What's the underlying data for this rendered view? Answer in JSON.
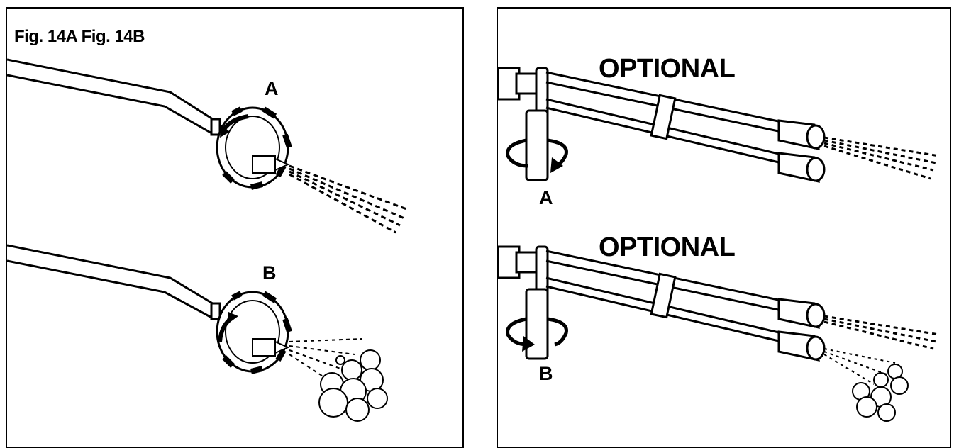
{
  "left_panel": {
    "title": "Fig. 14A Fig. 14B",
    "label_a": "A",
    "label_b": "B"
  },
  "right_panel": {
    "optional_top": "OPTIONAL",
    "optional_bottom": "OPTIONAL",
    "label_a": "A",
    "label_b": "B"
  },
  "colors": {
    "line": "#000000",
    "background": "#ffffff"
  }
}
